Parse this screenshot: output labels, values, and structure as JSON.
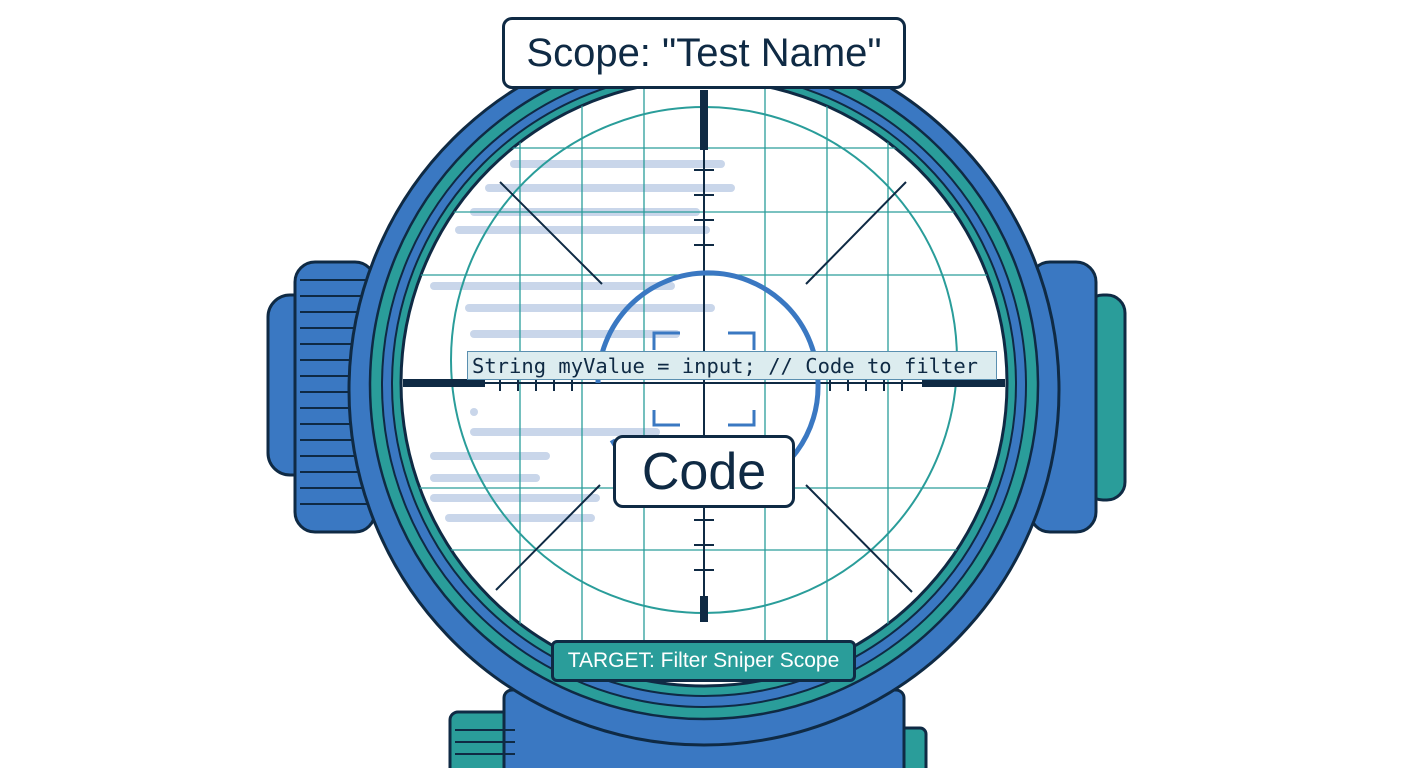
{
  "scope_label": "Scope: \"Test Name\"",
  "code_line": "String myValue = input; // Code to filter",
  "center_label": "Code",
  "target_badge": "TARGET: Filter Sniper Scope",
  "colors": {
    "outline": "#0f2a44",
    "scope_blue": "#3a78c2",
    "scope_teal": "#2a9d9a",
    "grid_teal": "#2a9d9a",
    "code_highlight": "#dcecef",
    "placeholder_text": "#c9d6ea",
    "background": "#ffffff"
  }
}
